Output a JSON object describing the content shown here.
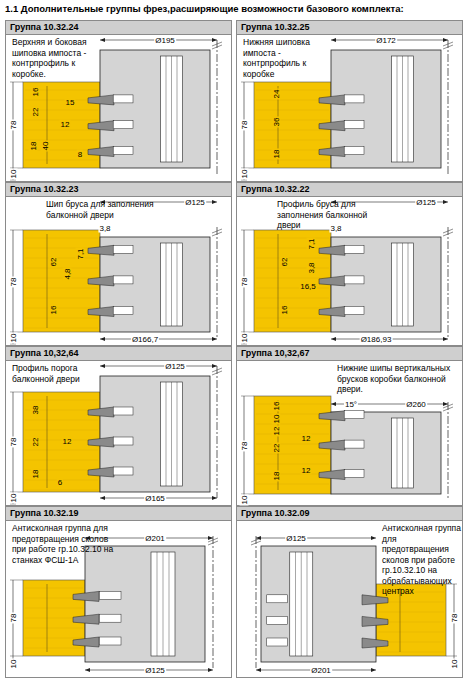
{
  "diagram": {
    "title": "1.1 Дополнительные группы фрез,расширяющие возможности базового комплекта:",
    "nodes": [
      {
        "text": [
          "Группа 10.32.24",
          "Верхняя и боковая шиповка импоста - контрпрофиль к коробке."
        ]
      },
      {
        "text": [
          "Группа 10.32.25",
          "Нижняя шиповка импоста - контрпрофиль к коробке"
        ]
      },
      {
        "text": [
          "Группа 10.32.23",
          "Шип бруса для заполнения балконной двери"
        ]
      },
      {
        "text": [
          "Группа 10.32.22",
          "Профиль бруса для заполнения балконной двери"
        ]
      },
      {
        "text": [
          "Группа 10,32,64",
          "Профиль порога балконной двери"
        ]
      },
      {
        "text": [
          "Группа 10,32,67",
          "Нижние шипы вертикальных брусков коробки балконной двери."
        ]
      },
      {
        "text": [
          "Группа 10.32.19",
          "Антисколная группа для предотвращения сколов при работе гр.10.32.10 на станках ФСШ-1А"
        ]
      },
      {
        "text": [
          "Группа 10.32.09",
          "Антисколная группа для предотвращения сколов при работе гр.10.32.10 на обрабатывающих центрах"
        ]
      }
    ],
    "labels": [
      "Ø195",
      "16",
      "22",
      "15",
      "78",
      "12",
      "18",
      "40",
      "8",
      "10",
      "Ø172",
      "24",
      "78",
      "36",
      "18",
      "10",
      "3,8",
      "Ø125",
      "62",
      "7,1",
      "4,8",
      "78",
      "16",
      "10",
      "Ø166,7",
      "3,8",
      "Ø125",
      "7,1",
      "62",
      "3,8",
      "16,5",
      "78",
      "16",
      "10",
      "Ø186,93",
      "Ø125",
      "38",
      "22",
      "78",
      "12",
      "18",
      "6",
      "10",
      "Ø165",
      "15°",
      "Ø260",
      "16",
      "10",
      "12",
      "22",
      "12",
      "18",
      "12",
      "78",
      "10",
      "Ø201",
      "78",
      "10",
      "Ø125",
      "Ø125",
      "78",
      "10",
      "Ø201"
    ]
  }
}
